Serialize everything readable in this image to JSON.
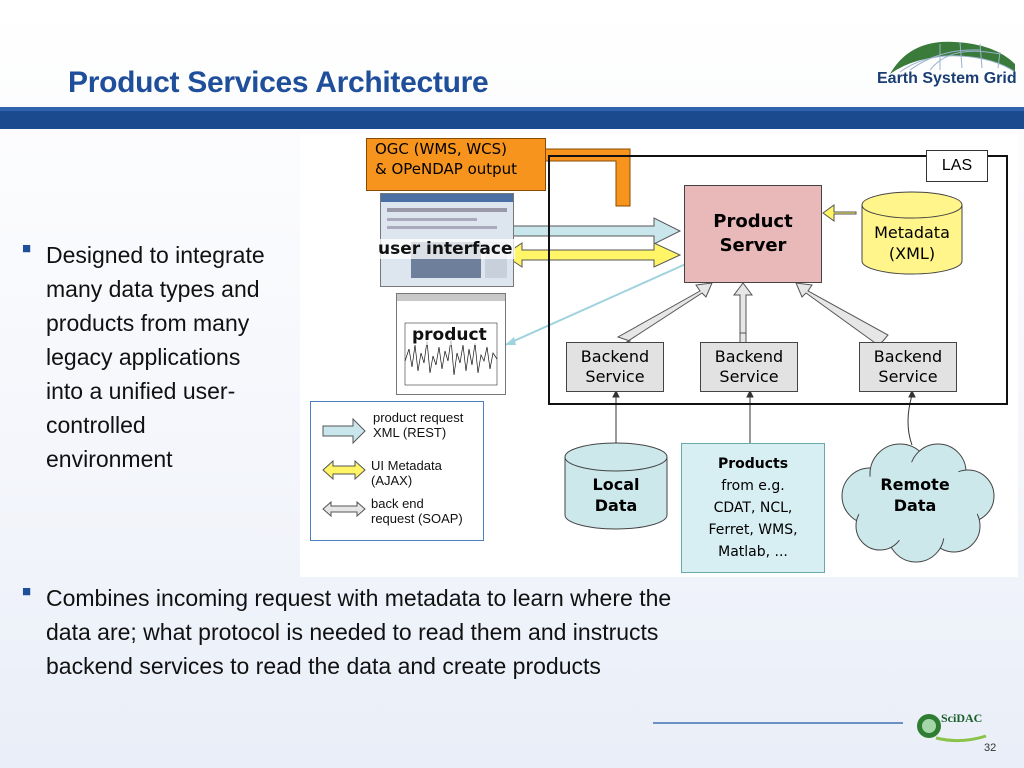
{
  "slide": {
    "title": "Product Services Architecture",
    "page_number": "32",
    "logo_text": "Earth System Grid",
    "footer_logo_text": "SciDAC"
  },
  "bullets": [
    {
      "text": "Designed to integrate many data types and products from many legacy applications into a unified user-controlled environment"
    },
    {
      "text": "Combines incoming request with metadata to learn where the data are; what protocol is needed to read them  and instructs backend services to read the data and create products"
    }
  ],
  "diagram": {
    "ogc_line1": "OGC (WMS, WCS)",
    "ogc_line2": "& OPeNDAP output",
    "las_label": "LAS",
    "product_server_line1": "Product",
    "product_server_line2": "Server",
    "metadata_line1": "Metadata",
    "metadata_line2": "(XML)",
    "user_interface_label": "user interface",
    "product_label": "product",
    "backend_services": [
      {
        "line1": "Backend",
        "line2": "Service"
      },
      {
        "line1": "Backend",
        "line2": "Service"
      },
      {
        "line1": "Backend",
        "line2": "Service"
      }
    ],
    "local_data_line1": "Local",
    "local_data_line2": "Data",
    "products_title": "Products",
    "products_lines": [
      "from e.g.",
      "CDAT, NCL,",
      "Ferret, WMS,",
      "Matlab, ..."
    ],
    "remote_data_line1": "Remote",
    "remote_data_line2": "Data",
    "legend": {
      "item1_line1": "product request",
      "item1_line2": "XML (REST)",
      "item2_line1": "UI Metadata",
      "item2_line2": "(AJAX)",
      "item3_line1": "back end",
      "item3_line2": "request (SOAP)"
    },
    "colors": {
      "ogc_orange": "#f7941d",
      "product_server_pink": "#e9b8b8",
      "metadata_yellow": "#fff58a",
      "request_arrow_blue": "#c9e6ec",
      "ajax_arrow_yellow": "#fff566",
      "backend_gray": "#e2e2e2",
      "local_data_teal": "#cce8ea",
      "title_blue": "#1f4e9a"
    }
  }
}
